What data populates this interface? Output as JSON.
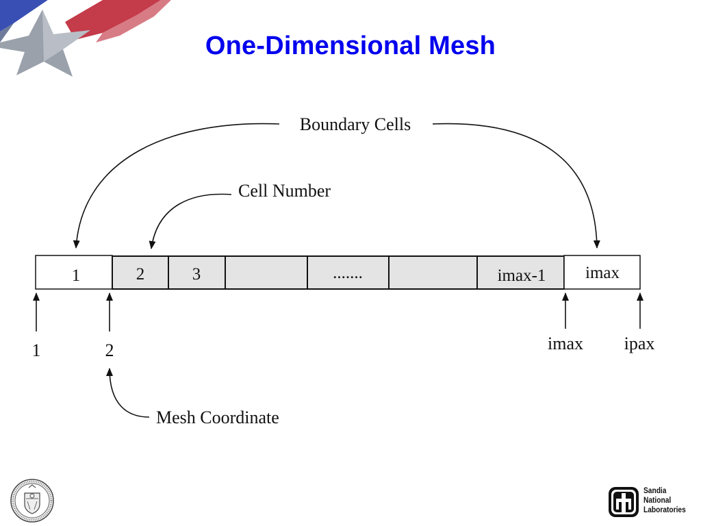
{
  "title": "One-Dimensional Mesh",
  "cells": {
    "first": "1",
    "second": "2",
    "third": "3",
    "ellipsis": ".......",
    "second_last": "imax-1",
    "last": "imax"
  },
  "labels": {
    "boundary_cells": "Boundary Cells",
    "cell_number": "Cell Number",
    "mesh_coordinate": "Mesh Coordinate"
  },
  "coordinates": {
    "first": "1",
    "second": "2",
    "imax": "imax",
    "ipax": "ipax"
  },
  "logo": {
    "org_line1": "Sandia",
    "org_line2": "National",
    "org_line3": "Laboratories"
  },
  "colors": {
    "title": "#0000ee",
    "interior_cell_fill": "#e4e4e4",
    "boundary_cell_fill": "#ffffff"
  }
}
